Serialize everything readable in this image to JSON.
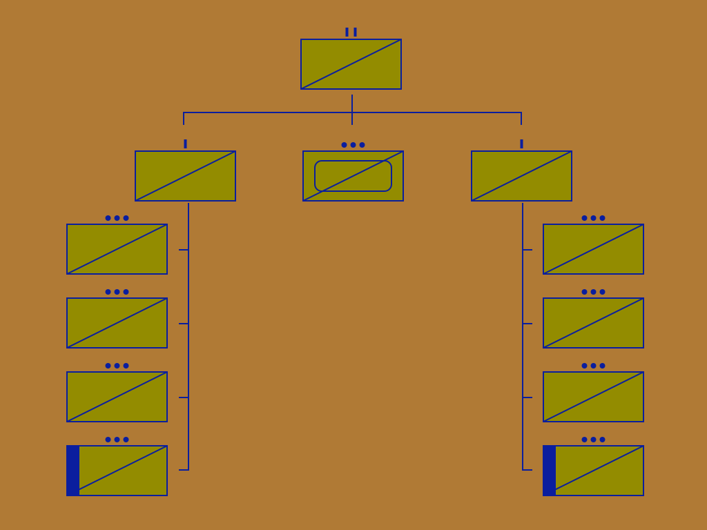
{
  "colors": {
    "background": "#B07A35",
    "unit_fill": "#938C00",
    "stroke": "#0A1E9E",
    "marker_fill": "#0A1E9E"
  },
  "diagram": {
    "type": "military-unit-hierarchy",
    "root": {
      "id": "hq",
      "echelon_marker": "double-bar",
      "symbol": "unit-diagonal",
      "children": [
        {
          "id": "left-branch",
          "echelon_marker": "single-bar",
          "symbol": "unit-diagonal",
          "children": [
            {
              "id": "left-sub-1",
              "echelon_marker": "three-dots",
              "symbol": "unit-diagonal"
            },
            {
              "id": "left-sub-2",
              "echelon_marker": "three-dots",
              "symbol": "unit-diagonal"
            },
            {
              "id": "left-sub-3",
              "echelon_marker": "three-dots",
              "symbol": "unit-diagonal"
            },
            {
              "id": "left-sub-4",
              "echelon_marker": "three-dots",
              "symbol": "unit-diagonal-hq-band"
            }
          ]
        },
        {
          "id": "center-branch",
          "echelon_marker": "three-dots",
          "symbol": "unit-diagonal-rounded-rect"
        },
        {
          "id": "right-branch",
          "echelon_marker": "single-bar",
          "symbol": "unit-diagonal",
          "children": [
            {
              "id": "right-sub-1",
              "echelon_marker": "three-dots",
              "symbol": "unit-diagonal"
            },
            {
              "id": "right-sub-2",
              "echelon_marker": "three-dots",
              "symbol": "unit-diagonal"
            },
            {
              "id": "right-sub-3",
              "echelon_marker": "three-dots",
              "symbol": "unit-diagonal"
            },
            {
              "id": "right-sub-4",
              "echelon_marker": "three-dots",
              "symbol": "unit-diagonal-hq-band"
            }
          ]
        }
      ]
    }
  }
}
